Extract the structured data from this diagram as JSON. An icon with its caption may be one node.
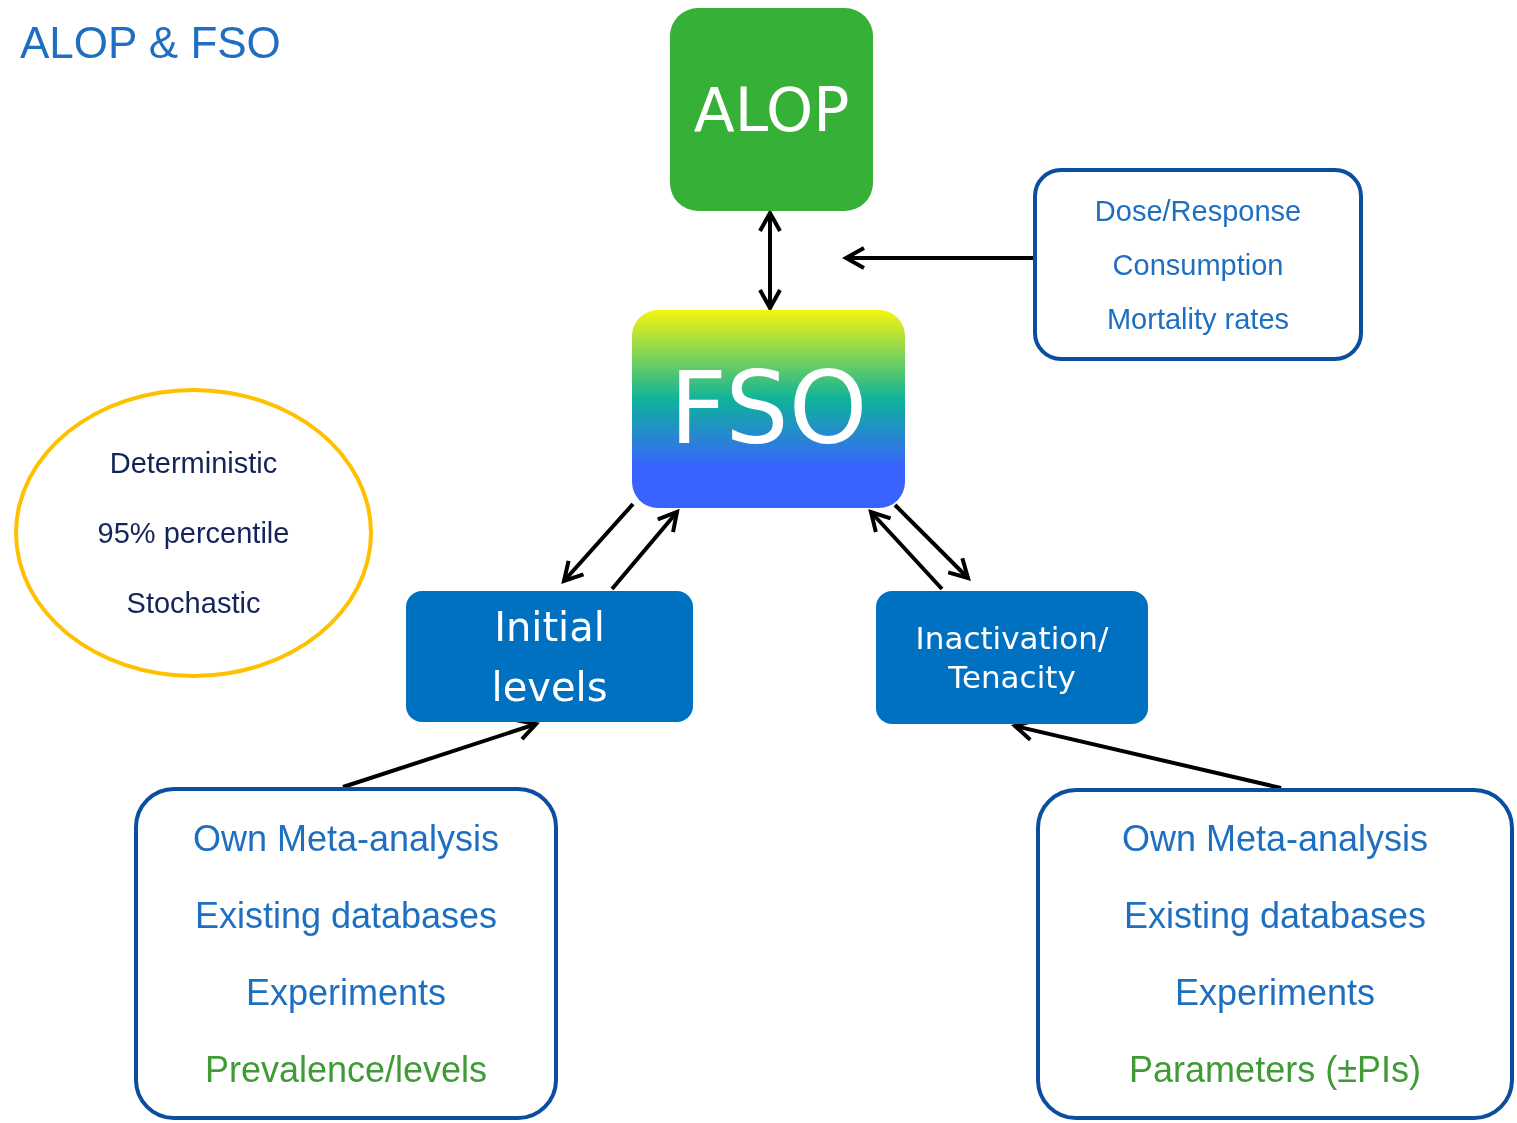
{
  "diagram": {
    "title": "ALOP & FSO",
    "nodes": [
      {
        "text": [
          "ALOP"
        ]
      },
      {
        "text": [
          "Dose/Response",
          "Consumption",
          "Mortality rates"
        ]
      },
      {
        "text": [
          "FSO"
        ]
      },
      {
        "text": [
          "Deterministic",
          "95% percentile",
          "Stochastic"
        ]
      },
      {
        "text": [
          "Initial levels"
        ]
      },
      {
        "text": [
          "Inactivation/ Tenacity"
        ]
      },
      {
        "text": [
          "Own Meta-analysis",
          "Existing databases",
          "Experiments",
          "Prevalence/levels"
        ]
      },
      {
        "text": [
          "Own Meta-analysis",
          "Existing databases",
          "Experiments",
          "Parameters (±PIs)"
        ]
      }
    ],
    "edges": [
      {
        "from": 0,
        "to": 2,
        "arrow": "both"
      },
      {
        "from": 1,
        "to": null,
        "arrow": "to"
      },
      {
        "from": 2,
        "to": 4,
        "arrow": "to"
      },
      {
        "from": 4,
        "to": 2,
        "arrow": "to"
      },
      {
        "from": 2,
        "to": 5,
        "arrow": "to"
      },
      {
        "from": 5,
        "to": 2,
        "arrow": "to"
      },
      {
        "from": 6,
        "to": 4,
        "arrow": "to"
      },
      {
        "from": 7,
        "to": 5,
        "arrow": "to"
      }
    ]
  }
}
